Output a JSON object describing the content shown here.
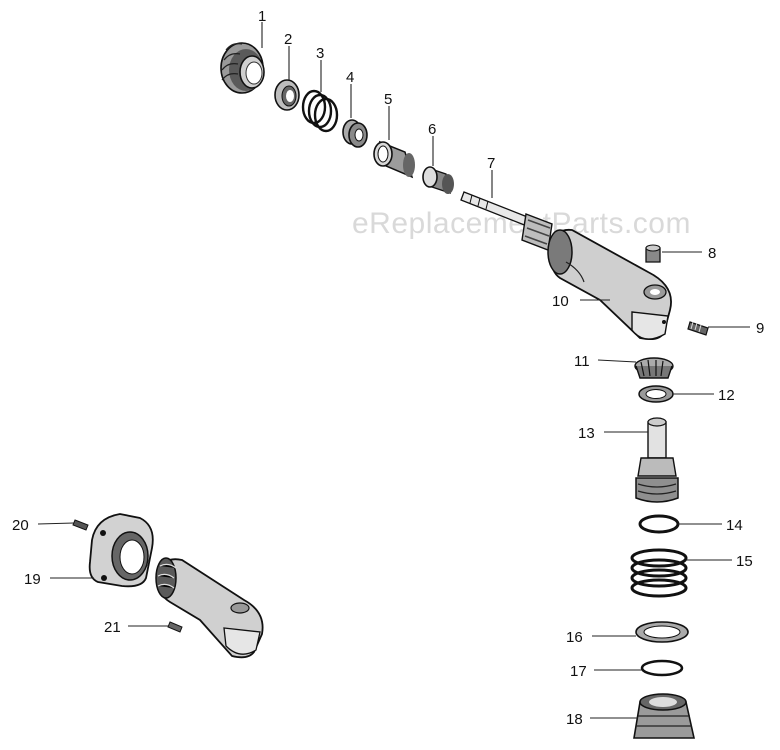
{
  "watermark": "eReplacementParts.com",
  "labels": {
    "p1": "1",
    "p2": "2",
    "p3": "3",
    "p4": "4",
    "p5": "5",
    "p6": "6",
    "p7": "7",
    "p8": "8",
    "p9": "9",
    "p10": "10",
    "p11": "11",
    "p12": "12",
    "p13": "13",
    "p14": "14",
    "p15": "15",
    "p16": "16",
    "p17": "17",
    "p18": "18",
    "p19": "19",
    "p20": "20",
    "p21": "21"
  },
  "colors": {
    "line": "#111111",
    "shade": "#8a8a8a",
    "light": "#d6d6d6",
    "watermark": "#d9d9d9"
  }
}
